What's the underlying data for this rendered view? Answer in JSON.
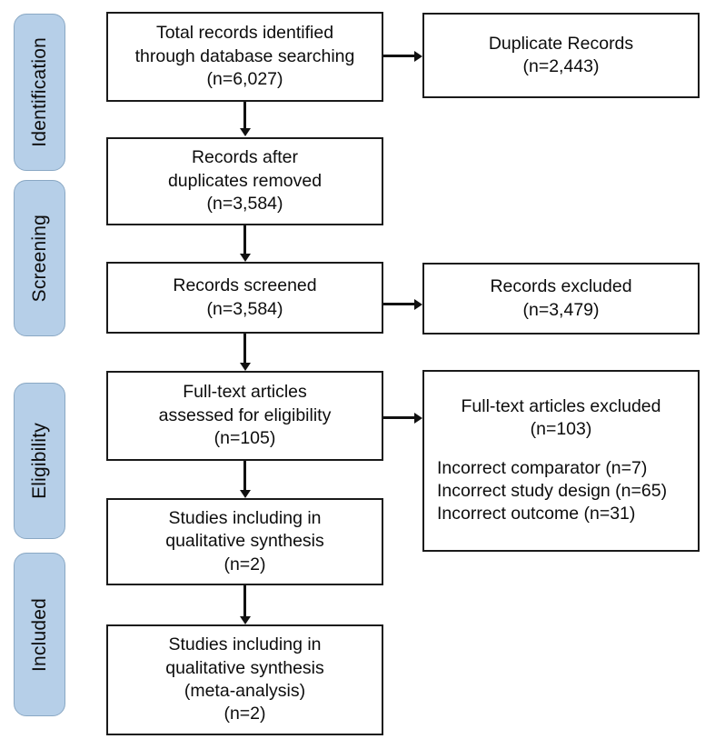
{
  "diagram": {
    "title": "PRISMA Flow Diagram",
    "type": "flowchart",
    "colors": {
      "stage_fill": "#b6cfe8",
      "stage_border": "#8aa8c4",
      "box_border": "#1a1a1a",
      "box_fill": "#ffffff",
      "connector": "#111111",
      "text": "#0d0d0d"
    }
  },
  "stages": [
    {
      "id": "identification",
      "label": "Identification"
    },
    {
      "id": "screening",
      "label": "Screening"
    },
    {
      "id": "eligibility",
      "label": "Eligibility"
    },
    {
      "id": "included",
      "label": "Included"
    }
  ],
  "boxes": {
    "identified": {
      "line1": "Total records identified",
      "line2": "through database searching",
      "line3": "(n=6,027)"
    },
    "duplicates": {
      "line1": "Duplicate Records",
      "line2": "(n=2,443)"
    },
    "after_duplicates": {
      "line1": "Records after",
      "line2": "duplicates removed",
      "line3": "(n=3,584)"
    },
    "screened": {
      "line1": "Records screened",
      "line2": "(n=3,584)"
    },
    "records_excluded": {
      "line1": "Records excluded",
      "line2": "(n=3,479)"
    },
    "fulltext_assessed": {
      "line1": "Full-text articles",
      "line2": "assessed for eligibility",
      "line3": "(n=105)"
    },
    "fulltext_excluded": {
      "line1": "Full-text articles excluded",
      "line2": "(n=103)",
      "reason1": "Incorrect comparator (n=7)",
      "reason2": "Incorrect study design (n=65)",
      "reason3": "Incorrect outcome (n=31)"
    },
    "qualitative": {
      "line1": "Studies  including in",
      "line2": "qualitative synthesis",
      "line3": "(n=2)"
    },
    "meta_analysis": {
      "line1": "Studies  including in",
      "line2": "qualitative synthesis",
      "line3": "(meta-analysis)",
      "line4": "(n=2)"
    }
  },
  "connectors": [
    {
      "id": "identified-to-after-duplicates",
      "kind": "vertical-arrow"
    },
    {
      "id": "identified-to-duplicates",
      "kind": "horizontal-arrow"
    },
    {
      "id": "after-duplicates-to-screened",
      "kind": "vertical-arrow"
    },
    {
      "id": "screened-to-records-excluded",
      "kind": "horizontal-arrow"
    },
    {
      "id": "screened-to-fulltext-assessed",
      "kind": "vertical-arrow"
    },
    {
      "id": "fulltext-assessed-to-fulltext-excluded",
      "kind": "horizontal-arrow"
    },
    {
      "id": "fulltext-assessed-to-qualitative",
      "kind": "vertical-arrow"
    },
    {
      "id": "qualitative-to-meta-analysis",
      "kind": "vertical-arrow"
    }
  ]
}
